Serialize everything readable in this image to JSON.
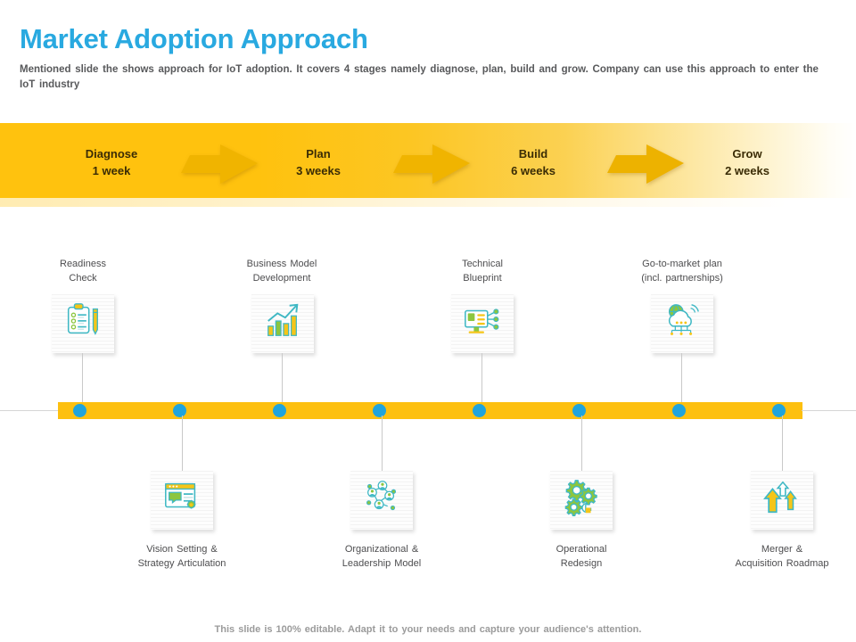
{
  "header": {
    "title": "Market Adoption Approach",
    "subtitle": "Mentioned slide the shows approach for IoT adoption. It covers 4 stages namely diagnose, plan, build and grow. Company can use this approach to enter the IoT industry"
  },
  "colors": {
    "title": "#29a9e0",
    "band_start": "#ffc20e",
    "band_end": "#ffffff",
    "timeline_bar": "#fdc010",
    "dot": "#20a4dd",
    "icon_teal": "#3fb8c4",
    "icon_green": "#8cc63f",
    "icon_yellow": "#f5c518",
    "text_dark": "#4d4d4f"
  },
  "stages": [
    {
      "name": "Diagnose",
      "duration": "1 week"
    },
    {
      "name": "Plan",
      "duration": "3 weeks"
    },
    {
      "name": "Build",
      "duration": "6 weeks"
    },
    {
      "name": "Grow",
      "duration": "2 weeks"
    }
  ],
  "arrows": [
    {
      "name": "stage-arrow-1"
    },
    {
      "name": "stage-arrow-2"
    },
    {
      "name": "stage-arrow-3"
    }
  ],
  "top_nodes": [
    {
      "label_line1": "Readiness",
      "label_line2": "Check",
      "icon": "clipboard-checklist-icon"
    },
    {
      "label_line1": "Business Model",
      "label_line2": "Development",
      "icon": "growth-bar-chart-icon"
    },
    {
      "label_line1": "Technical",
      "label_line2": "Blueprint",
      "icon": "monitor-network-icon"
    },
    {
      "label_line1": "Go-to-market plan",
      "label_line2": "(incl. partnerships)",
      "icon": "cloud-globe-iot-icon"
    }
  ],
  "bottom_nodes": [
    {
      "label_line1": "Vision Setting &",
      "label_line2": "Strategy Articulation",
      "icon": "browser-chat-gear-icon"
    },
    {
      "label_line1": "Organizational &",
      "label_line2": "Leadership Model",
      "icon": "org-network-people-icon"
    },
    {
      "label_line1": "Operational",
      "label_line2": "Redesign",
      "icon": "gears-settings-icon"
    },
    {
      "label_line1": "Merger &",
      "label_line2": "Acquisition Roadmap",
      "icon": "up-arrows-growth-icon"
    }
  ],
  "timeline": {
    "dots_count": 8
  },
  "footer": {
    "note": "This slide is 100% editable. Adapt it to your needs and capture your audience's attention."
  }
}
